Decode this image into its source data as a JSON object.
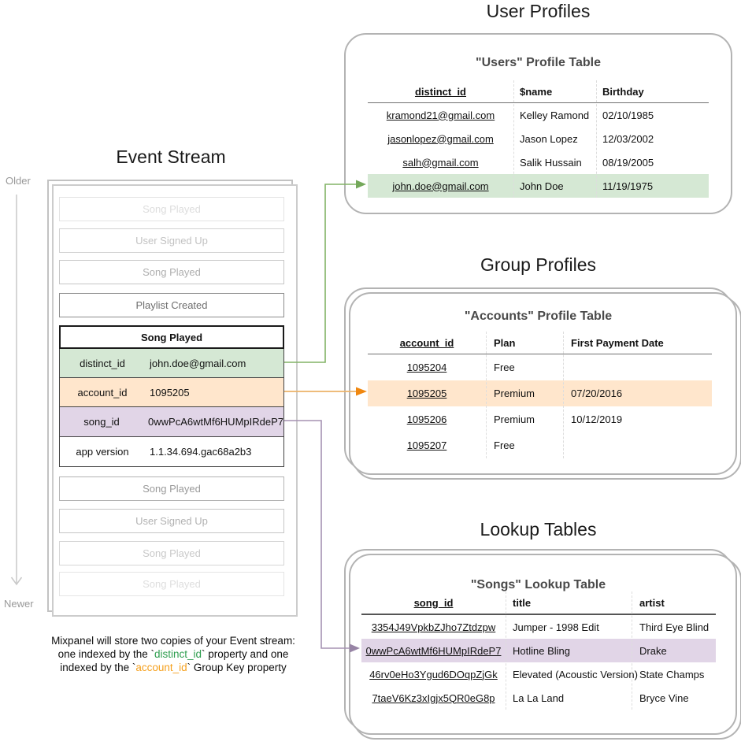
{
  "colors": {
    "green_highlight": "#d5e8d4",
    "orange_highlight": "#ffe6cc",
    "purple_highlight": "#e1d5e7",
    "green_arrow": "#82b366",
    "orange_arrow": "#e8a94f",
    "purple_arrow": "#9673a6",
    "keyword_green": "#2e9e4f",
    "keyword_orange": "#f5a01d"
  },
  "event_stream": {
    "title": "Event Stream",
    "older_label": "Older",
    "newer_label": "Newer",
    "events_before": [
      "Song Played",
      "User Signed Up",
      "Song Played",
      "Playlist Created"
    ],
    "detail_card": {
      "header": "Song Played",
      "rows": [
        {
          "key": "distinct_id",
          "value": "john.doe@gmail.com"
        },
        {
          "key": "account_id",
          "value": "1095205"
        },
        {
          "key": "song_id",
          "value": "0wwPcA6wtMf6HUMpIRdeP7"
        },
        {
          "key": "app version",
          "value": "1.1.34.694.gac68a2b3"
        }
      ]
    },
    "events_after": [
      "Song Played",
      "User Signed Up",
      "Song Played",
      "Song Played"
    ],
    "caption": {
      "line1": "Mixpanel will store two copies of your Event stream:",
      "line2_pre": "one indexed by the `",
      "line2_keyword": "distinct_id",
      "line2_post": "` property and one",
      "line3_pre": "indexed by the `",
      "line3_keyword": "account_id",
      "line3_post": "` Group Key property"
    }
  },
  "user_profiles": {
    "section_title": "User Profiles",
    "table_title": "\"Users\" Profile Table",
    "columns": [
      "distinct_id",
      "$name",
      "Birthday"
    ],
    "rows": [
      [
        "kramond21@gmail.com",
        "Kelley Ramond",
        "02/10/1985"
      ],
      [
        "jasonlopez@gmail.com",
        "Jason Lopez",
        "12/03/2002"
      ],
      [
        "salh@gmail.com",
        "Salik Hussain",
        "08/19/2005"
      ],
      [
        "john.doe@gmail.com",
        "John Doe",
        "11/19/1975"
      ]
    ]
  },
  "group_profiles": {
    "section_title": "Group Profiles",
    "table_title": "\"Accounts\" Profile Table",
    "columns": [
      "account_id",
      "Plan",
      "First Payment Date"
    ],
    "rows": [
      [
        "1095204",
        "Free",
        ""
      ],
      [
        "1095205",
        "Premium",
        "07/20/2016"
      ],
      [
        "1095206",
        "Premium",
        "10/12/2019"
      ],
      [
        "1095207",
        "Free",
        ""
      ]
    ]
  },
  "lookup_tables": {
    "section_title": "Lookup Tables",
    "table_title": "\"Songs\" Lookup Table",
    "columns": [
      "song_id",
      "title",
      "artist"
    ],
    "rows": [
      [
        "3354J49VpkbZJho7Ztdzpw",
        "Jumper - 1998 Edit",
        "Third Eye Blind"
      ],
      [
        "0wwPcA6wtMf6HUMpIRdeP7",
        "Hotline Bling",
        "Drake"
      ],
      [
        "46rv0eHo3Ygud6DOqpZjGk",
        "Elevated (Acoustic Version)",
        "State Champs"
      ],
      [
        "7taeV6Kz3xIgjx5QR0eG8p",
        "La La Land",
        "Bryce Vine"
      ]
    ]
  }
}
